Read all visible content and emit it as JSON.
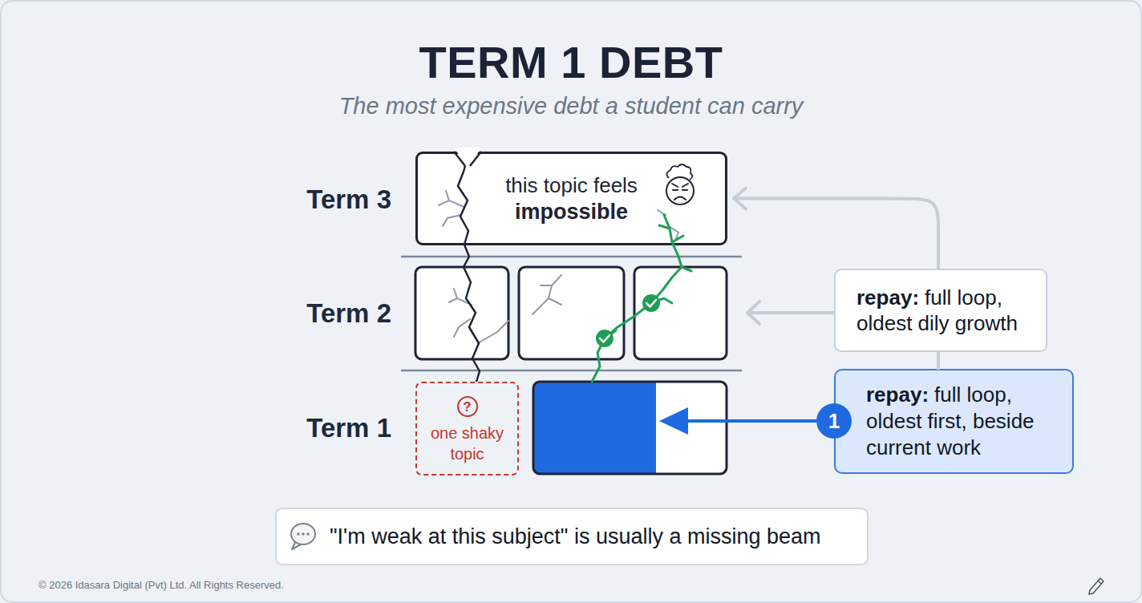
{
  "diagram": {
    "title": "TERM 1 DEBT",
    "nodes": [
      {
        "text": [
          "this topic feels",
          "impossible"
        ]
      },
      {
        "text": [
          "repay:",
          "full loop, oldest dily growth"
        ]
      },
      {
        "text": [
          "?",
          "one shaky topic"
        ]
      },
      {
        "text": [
          "repay:",
          "full loop, oldest first, beside current work"
        ]
      },
      {
        "text": [
          "1"
        ]
      },
      {
        "text": [
          "\"I'm weak at this subject\" is usually a missing beam"
        ]
      }
    ],
    "edges": [
      {
        "from": 1,
        "to": 0,
        "arrow": "to"
      }
    ],
    "labels": [
      "The most expensive debt a student can carry",
      "Term 3",
      "Term 2",
      "Term 1",
      "© 2026 Idasara Digital (Pvt) Ltd. All Rights Reserved."
    ]
  }
}
